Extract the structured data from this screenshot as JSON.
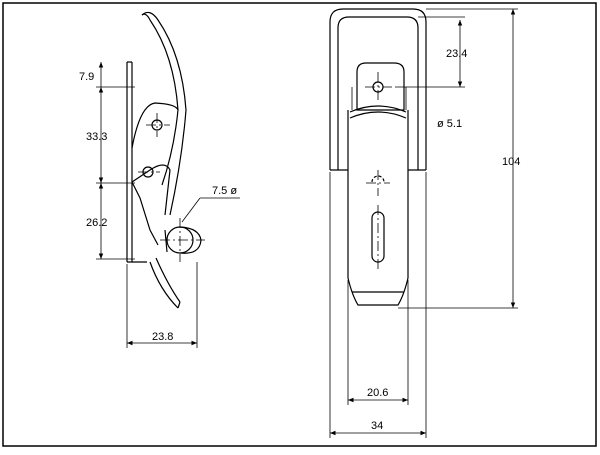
{
  "drawing": {
    "title": "Toggle latch dimension drawing",
    "side_view": {
      "dimensions": {
        "d_7_9": "7.9",
        "d_33_3": "33.3",
        "d_26_2": "26.2",
        "d_23_8": "23.8",
        "d_7_5_dia": "7.5 ø"
      }
    },
    "front_view": {
      "dimensions": {
        "d_23_4": "23.4",
        "d_5_1_dia": "ø 5.1",
        "d_104": "104",
        "d_20_6": "20.6",
        "d_34": "34"
      }
    }
  }
}
